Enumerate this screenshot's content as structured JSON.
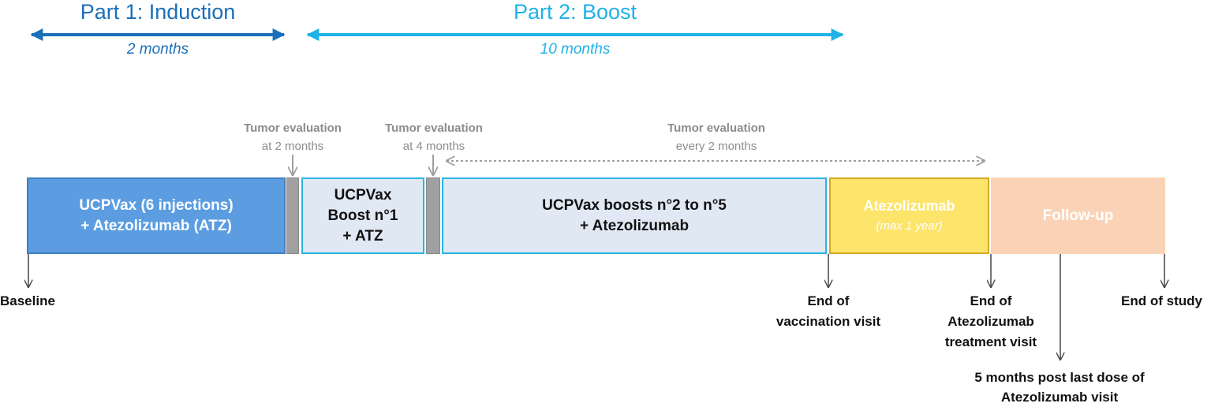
{
  "parts": [
    {
      "title": "Part 1: Induction",
      "duration": "2 months",
      "color": "#1a6fba"
    },
    {
      "title": "Part 2: Boost",
      "duration": "10 months",
      "color": "#1fb2e6"
    }
  ],
  "evaluations": [
    {
      "line1": "Tumor evaluation",
      "line2": "at 2 months"
    },
    {
      "line1": "Tumor evaluation",
      "line2": "at 4 months"
    },
    {
      "line1": "Tumor evaluation",
      "line2": "every 2 months"
    }
  ],
  "boxes": {
    "induction": {
      "line1": "UCPVax (6 injections)",
      "line2": "+ Atezolizumab (ATZ)",
      "fill": "#5b9de0",
      "border": "#3f7fc4",
      "text": "#ffffff"
    },
    "boost1": {
      "line1": "UCPVax",
      "line2": "Boost n°1",
      "line3": "+ ATZ",
      "fill": "#e0e8f4",
      "border": "#2bb5e0",
      "text": "#111111"
    },
    "boosts": {
      "line1": "UCPVax boosts n°2 to n°5",
      "line2": "+ Atezolizumab",
      "fill": "#e0e8f4",
      "border": "#2bb5e0",
      "text": "#111111"
    },
    "atezolizumab": {
      "line1": "Atezolizumab",
      "line2": "(max 1 year)",
      "fill": "#fde46a",
      "border": "#d4aa22",
      "text": "#ffffff"
    },
    "followup": {
      "line1": "Follow-up",
      "fill": "#fad3b6",
      "text": "#ffffff"
    }
  },
  "milestones": {
    "baseline": {
      "line1": "Baseline"
    },
    "end_vaccination": {
      "line1": "End of",
      "line2": "vaccination visit"
    },
    "end_atz": {
      "line1": "End of",
      "line2": "Atezolizumab",
      "line3": "treatment visit"
    },
    "post_dose": {
      "line1": "5 months post last dose of",
      "line2": "Atezolizumab visit"
    },
    "end_study": {
      "line1": "End of study"
    }
  },
  "colors": {
    "eval_gray": "#8c8c8c",
    "separator": "#a0a0a0",
    "milestone_arrow": "#444444"
  }
}
